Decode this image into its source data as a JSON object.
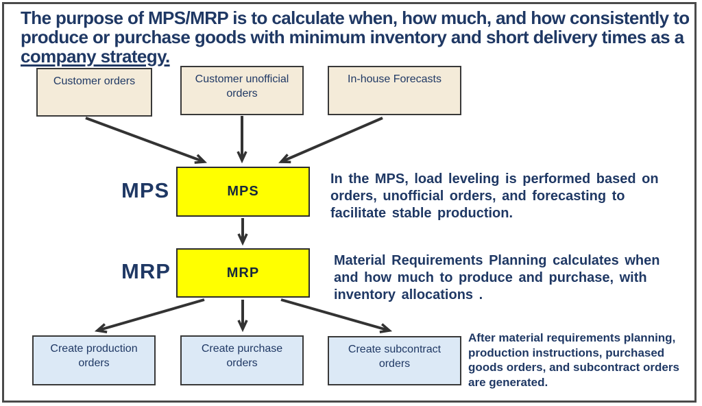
{
  "title": {
    "lines": [
      "The purpose of MPS/MRP is to calculate when, how much, and how consistently to",
      "produce or purchase goods with minimum inventory and short delivery times as a",
      "company strategy."
    ]
  },
  "top_boxes": [
    {
      "label": "Customer orders"
    },
    {
      "label": "Customer unofficial orders"
    },
    {
      "label": "In-house Forecasts"
    }
  ],
  "mps": {
    "side_label": "MPS",
    "box_label": "MPS",
    "note_lines": [
      "In the MPS, load leveling is performed based on",
      "orders, unofficial orders, and forecasting to",
      "facilitate stable production."
    ]
  },
  "mrp": {
    "side_label": "MRP",
    "box_label": "MRP",
    "note_lines": [
      "Material Requirements Planning calculates when",
      "and how much to produce and purchase, with",
      "inventory allocations ."
    ]
  },
  "bottom_boxes": [
    {
      "label": "Create production orders"
    },
    {
      "label": "Create purchase orders"
    },
    {
      "label": "Create subcontract orders"
    }
  ],
  "bottom_note_lines": [
    "After material requirements planning,",
    "production instructions, purchased",
    "goods orders, and subcontract orders",
    "are generated."
  ],
  "colors": {
    "text_navy": "#1f3864",
    "beige_fill": "#f4ebd9",
    "yellow_fill": "#ffff00",
    "blue_fill": "#dce9f6",
    "box_border": "#383838",
    "frame_border": "#4a4a4a",
    "arrow": "#333333"
  }
}
